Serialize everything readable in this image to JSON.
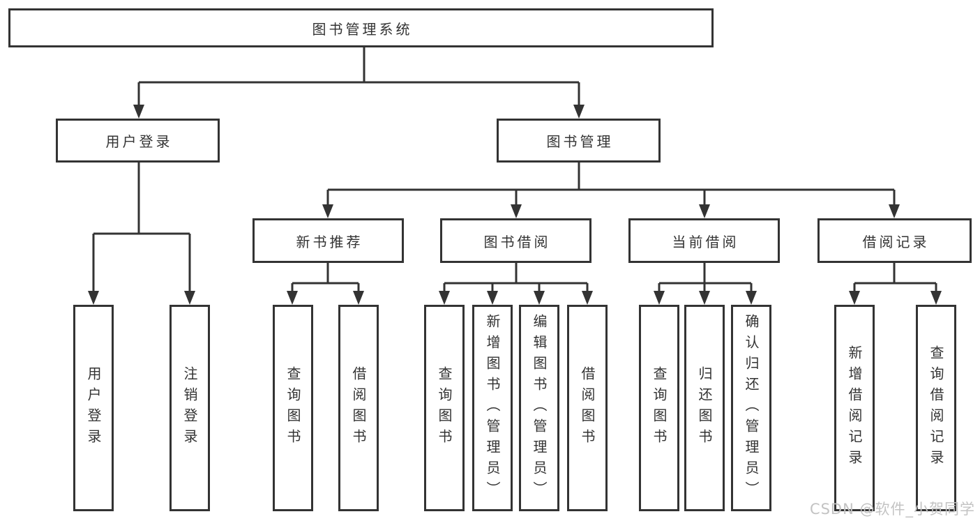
{
  "diagram": {
    "root": {
      "label": "图书管理系统"
    },
    "branches": [
      {
        "label": "用户登录",
        "children": [
          {
            "label": "用户登录"
          },
          {
            "label": "注销登录"
          }
        ]
      },
      {
        "label": "图书管理",
        "children": [
          {
            "label": "新书推荐",
            "children": [
              {
                "label": "查询图书"
              },
              {
                "label": "借阅图书"
              }
            ]
          },
          {
            "label": "图书借阅",
            "children": [
              {
                "label": "查询图书"
              },
              {
                "label": "新增图书（管理员）"
              },
              {
                "label": "编辑图书（管理员）"
              },
              {
                "label": "借阅图书"
              }
            ]
          },
          {
            "label": "当前借阅",
            "children": [
              {
                "label": "查询图书"
              },
              {
                "label": "归还图书"
              },
              {
                "label": "确认归还（管理员）"
              }
            ]
          },
          {
            "label": "借阅记录",
            "children": [
              {
                "label": "新增借阅记录"
              },
              {
                "label": "查询借阅记录"
              }
            ]
          }
        ]
      }
    ]
  },
  "watermark": {
    "text": "CSDN @软件_小贺同学"
  },
  "colors": {
    "line": "#333333",
    "box_border": "#333333",
    "text": "#333333",
    "watermark_text": "#c3c3c3",
    "background": "#ffffff"
  }
}
